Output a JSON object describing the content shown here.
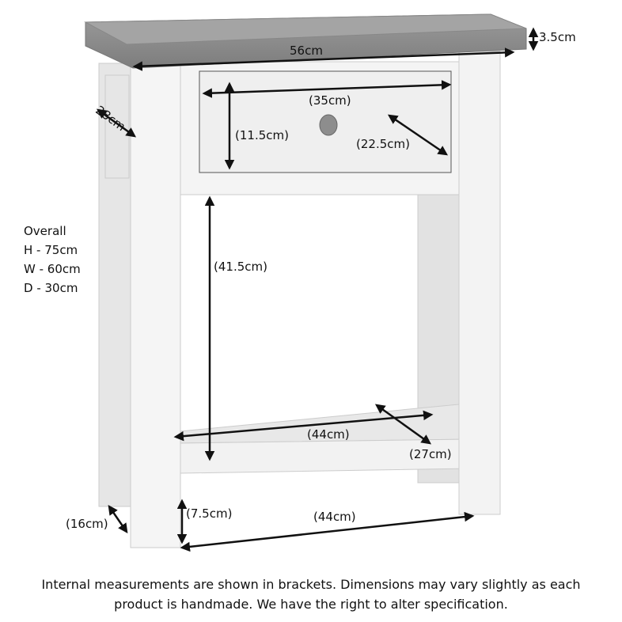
{
  "dimensions": {
    "top_thickness": "3.5cm",
    "top_width": "56cm",
    "side_depth": "28cm",
    "drawer_width": "(35cm)",
    "drawer_height": "(11.5cm)",
    "drawer_depth": "(22.5cm)",
    "shelf_gap_height": "(41.5cm)",
    "shelf_width": "(44cm)",
    "shelf_depth": "(27cm)",
    "leg_depth_gap": "(16cm)",
    "floor_clearance": "(7.5cm)",
    "leg_span": "(44cm)"
  },
  "overall": {
    "title": "Overall",
    "height": "H - 75cm",
    "width": "W - 60cm",
    "depth": "D - 30cm"
  },
  "caption": {
    "line1": "Internal measurements are shown in brackets. Dimensions may vary slightly as each",
    "line2": "product is handmade. We have the right to alter specification."
  }
}
